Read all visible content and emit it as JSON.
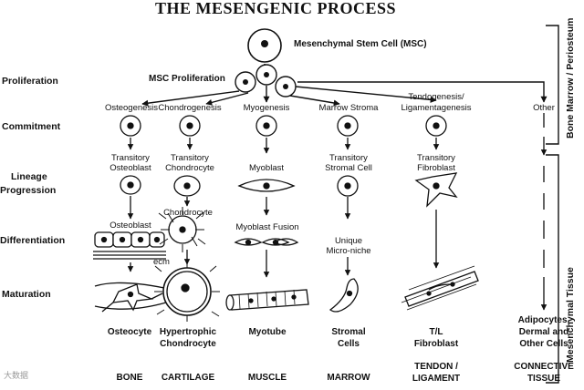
{
  "title": "THE MESENGENIC PROCESS",
  "msc_label": "Mesenchymal Stem Cell (MSC)",
  "msc_proliferation": "MSC Proliferation",
  "row_labels": {
    "proliferation": "Proliferation",
    "commitment": "Commitment",
    "lineage": "Lineage",
    "progression": "Progression",
    "differentiation": "Differentiation",
    "maturation": "Maturation"
  },
  "side_labels": {
    "top": "Bone Marrow / Periosteum",
    "bottom": "Mesenchymal Tissue"
  },
  "lineages": [
    {
      "process": "Osteogenesis",
      "transitory1": "Transitory",
      "transitory2": "Osteoblast",
      "differentiation": "Osteoblast",
      "mature1": "Osteocyte",
      "mature2": "",
      "tissue1": "BONE",
      "tissue2": ""
    },
    {
      "process": "Chondrogenesis",
      "transitory1": "Transitory",
      "transitory2": "Chondrocyte",
      "differentiation": "Chondrocyte",
      "ecm": "ecm",
      "mature1": "Hypertrophic",
      "mature2": "Chondrocyte",
      "tissue1": "CARTILAGE",
      "tissue2": ""
    },
    {
      "process": "Myogenesis",
      "transitory1": "Myoblast",
      "transitory2": "",
      "differentiation": "Myoblast Fusion",
      "mature1": "Myotube",
      "mature2": "",
      "tissue1": "MUSCLE",
      "tissue2": ""
    },
    {
      "process": "Marrow Stroma",
      "transitory1": "Transitory",
      "transitory2": "Stromal Cell",
      "differentiation1": "Unique",
      "differentiation2": "Micro-niche",
      "mature1": "Stromal",
      "mature2": "Cells",
      "tissue1": "MARROW",
      "tissue2": ""
    },
    {
      "process1": "Tendogenesis/",
      "process2": "Ligamentagenesis",
      "transitory1": "Transitory",
      "transitory2": "Fibroblast",
      "mature1": "T/L",
      "mature2": "Fibroblast",
      "tissue1": "TENDON /",
      "tissue2": "LIGAMENT"
    },
    {
      "process": "Other",
      "mature1": "Adipocytes,",
      "mature2": "Dermal and",
      "mature3": "Other Cells",
      "tissue1": "CONNECTIVE",
      "tissue2": "TISSUE"
    }
  ],
  "watermark": "大数据"
}
